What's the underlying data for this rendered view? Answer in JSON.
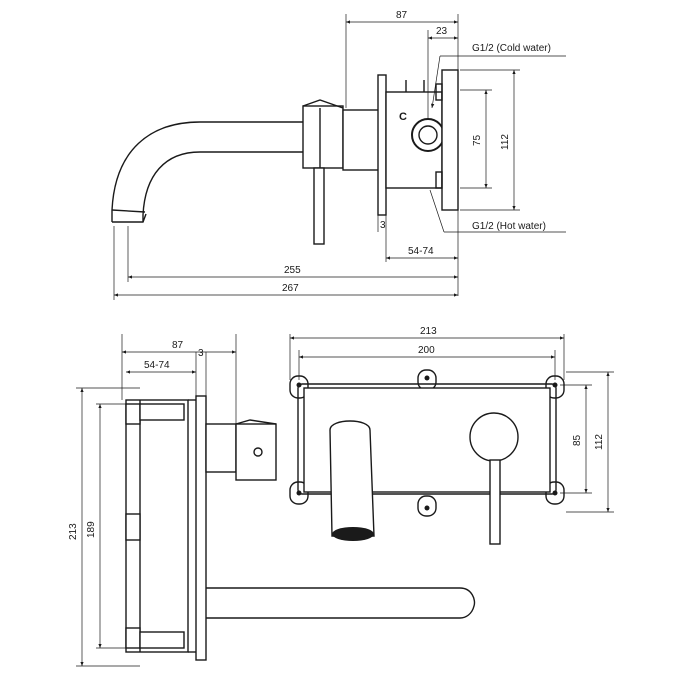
{
  "side_view": {
    "dims": {
      "d87": "87",
      "d23": "23",
      "d75": "75",
      "d112": "112",
      "d3": "3",
      "d5474": "54-74",
      "d255": "255",
      "d267": "267"
    },
    "labels": {
      "cold": "G1/2 (Cold water)",
      "hot": "G1/2 (Hot water)",
      "c_mark": "C"
    }
  },
  "bottom_left_view": {
    "dims": {
      "d87": "87",
      "d3": "3",
      "d5474": "54-74",
      "d213": "213",
      "d189": "189"
    }
  },
  "front_view": {
    "dims": {
      "d213": "213",
      "d200": "200",
      "d85": "85",
      "d112": "112"
    }
  }
}
